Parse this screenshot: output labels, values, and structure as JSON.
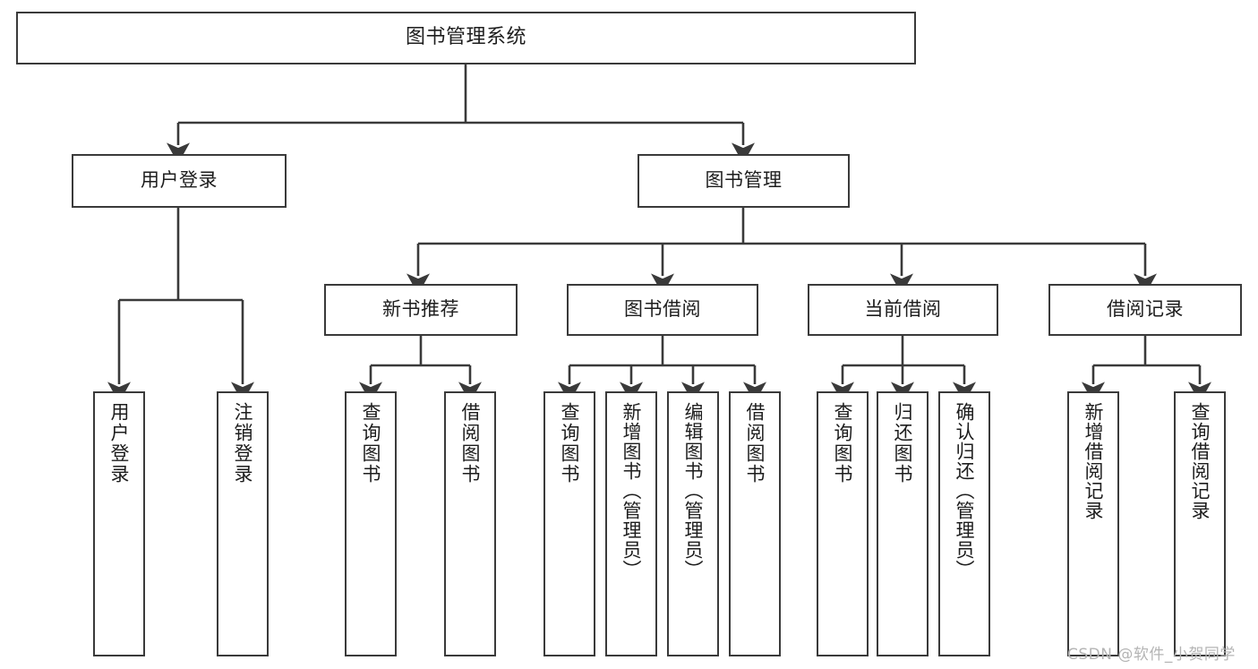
{
  "diagram": {
    "title": "图书管理系统",
    "type": "hierarchy-tree",
    "colors": {
      "stroke": "#3a3a3a",
      "fill": "#ffffff",
      "text": "#1d1d1d",
      "watermark": "#b4b4b4"
    }
  },
  "nodes": {
    "root": {
      "label": "图书管理系统"
    },
    "level1": [
      {
        "label": "用户登录"
      },
      {
        "label": "图书管理"
      }
    ],
    "level2": [
      {
        "label": "新书推荐"
      },
      {
        "label": "图书借阅"
      },
      {
        "label": "当前借阅"
      },
      {
        "label": "借阅记录"
      }
    ],
    "leaves": {
      "user_login": [
        {
          "label": "用户登录"
        },
        {
          "label": "注销登录"
        }
      ],
      "new_book_recommend": [
        {
          "label": "查询图书"
        },
        {
          "label": "借阅图书"
        }
      ],
      "book_borrow": [
        {
          "label": "查询图书"
        },
        {
          "label": "新增图书（管理员）"
        },
        {
          "label": "编辑图书（管理员）"
        },
        {
          "label": "借阅图书"
        }
      ],
      "current_borrow": [
        {
          "label": "查询图书"
        },
        {
          "label": "归还图书"
        },
        {
          "label": "确认归还（管理员）"
        }
      ],
      "borrow_record": [
        {
          "label": "新增借阅记录"
        },
        {
          "label": "查询借阅记录"
        }
      ]
    }
  },
  "watermark": {
    "text": "CSDN @软件_小贺同学"
  }
}
